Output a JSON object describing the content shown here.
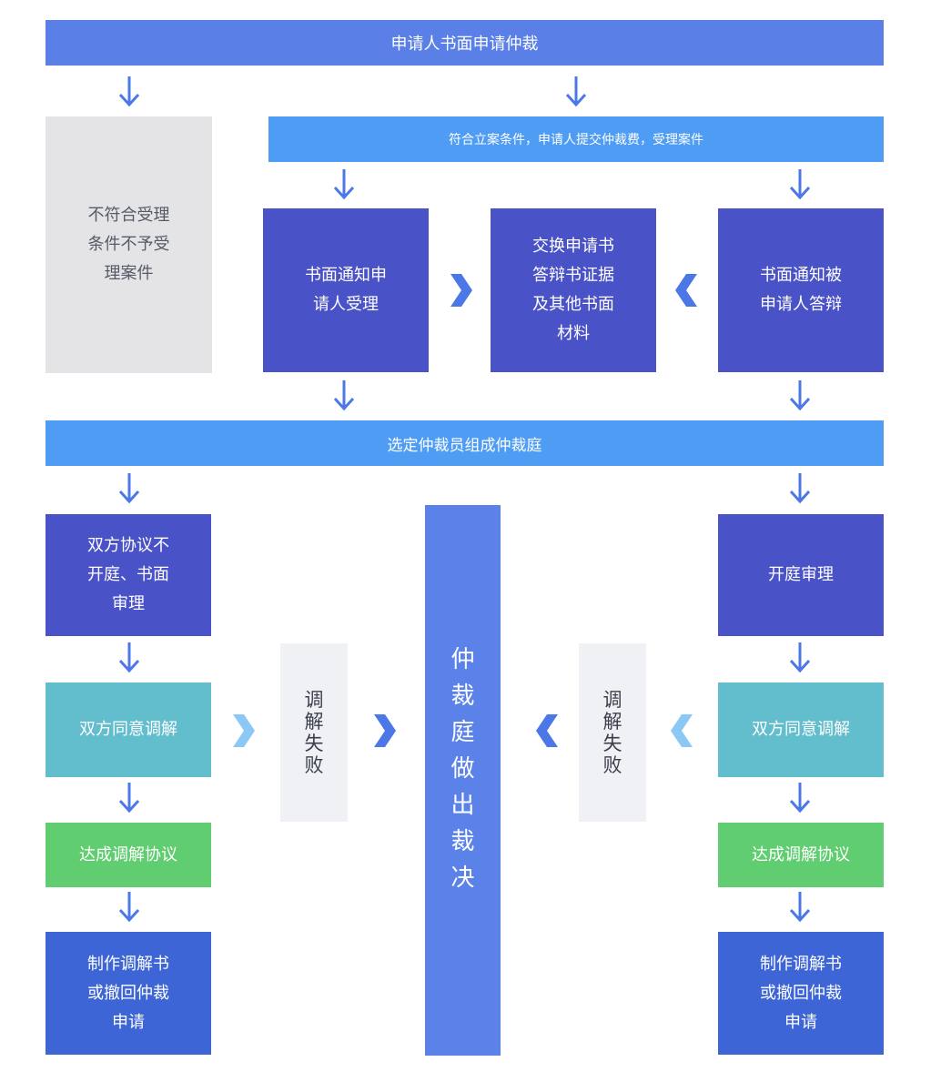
{
  "top": "申请人书面申请仲裁",
  "accept": "符合立案条件，申请人提交仲裁费，受理案件",
  "reject": "不符合受理\n条件不予受\n理案件",
  "notify_applicant": "书面通知申\n请人受理",
  "exchange": "交换申请书\n答辩书证据\n及其他书面\n材料",
  "notify_respondent": "书面通知被\n申请人答辩",
  "tribunal": "选定仲裁员组成仲裁庭",
  "left": {
    "hearing": "双方协议不\n开庭、书面\n审理",
    "mediate": "双方同意调解",
    "agreement": "达成调解协议",
    "result": "制作调解书\n或撤回仲裁\n申请",
    "fail": "调\n解\n失\n败"
  },
  "right": {
    "hearing": "开庭审理",
    "mediate": "双方同意调解",
    "agreement": "达成调解协议",
    "result": "制作调解书\n或撤回仲裁\n申请",
    "fail": "调\n解\n失\n败"
  },
  "verdict": "仲\n裁\n庭\n做\n出\n裁\n决",
  "colors": {
    "bar_dark": "#5a7fe6",
    "bar_light": "#4f9cf5",
    "indigo": "#4a52c8",
    "teal": "#62bdcd",
    "green": "#5fcd70",
    "blue": "#3d65d5",
    "gray": "#e4e4e7",
    "arrow": "#4b78e6",
    "chevron_light": "#8cc8f5"
  }
}
